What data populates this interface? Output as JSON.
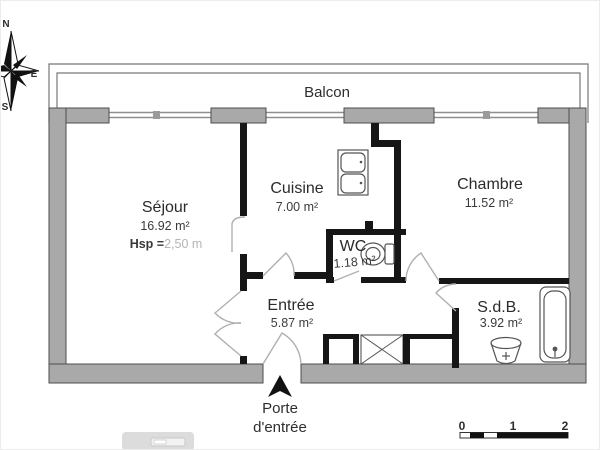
{
  "plan": {
    "balcony": {
      "label": "Balcon"
    },
    "rooms": [
      {
        "id": "sejour",
        "name": "Séjour",
        "area": "16.92 m²",
        "ceiling_label": "Hsp =",
        "ceiling_value": "2,50 m"
      },
      {
        "id": "cuisine",
        "name": "Cuisine",
        "area": "7.00 m²"
      },
      {
        "id": "chambre",
        "name": "Chambre",
        "area": "11.52 m²"
      },
      {
        "id": "wc",
        "name": "WC",
        "area": "1.18 m²"
      },
      {
        "id": "entree",
        "name": "Entrée",
        "area": "5.87 m²"
      },
      {
        "id": "sdb",
        "name": "S.d.B.",
        "area": "3.92 m²"
      }
    ],
    "entrance": {
      "label_line1": "Porte",
      "label_line2": "d'entrée"
    },
    "compass": {
      "north": "N",
      "east": "E",
      "south": "S"
    },
    "scale_bar": {
      "ticks": [
        "0",
        "1",
        "2"
      ]
    },
    "colors": {
      "outer_wall": "#a9a9a9",
      "inner_wall": "#161616",
      "door_swing": "#b0b0b0",
      "fixtures": "#555555",
      "text": "#2e2e2e",
      "muted_text": "#b5b5b5"
    }
  }
}
